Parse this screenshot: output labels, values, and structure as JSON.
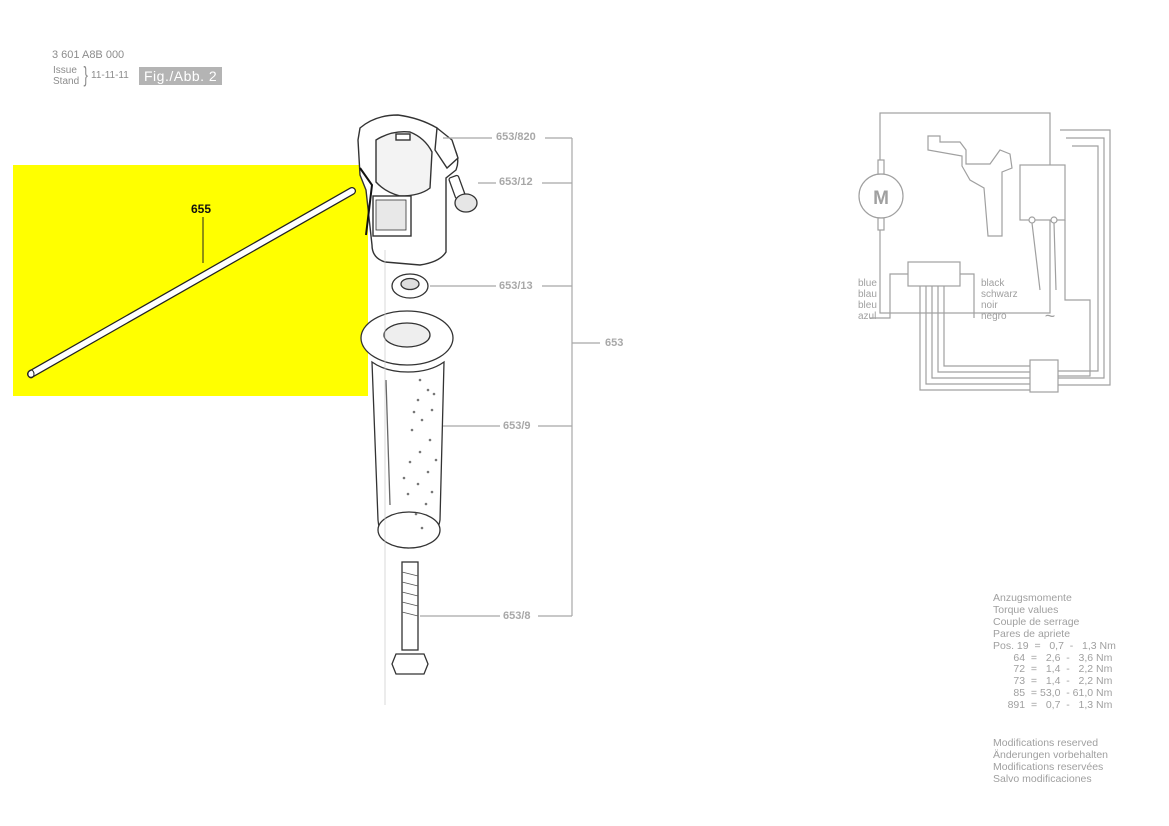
{
  "header": {
    "part_number": "3 601 A8B 000",
    "issue_label": "Issue",
    "stand_label": "Stand",
    "date": "11-11-11",
    "figure_label": "Fig./Abb. 2"
  },
  "parts": {
    "rod": "655",
    "housing": "653/820",
    "screw": "653/12",
    "nut": "653/13",
    "assembly": "653",
    "grip": "653/9",
    "bolt": "653/8"
  },
  "motor_symbol": "M",
  "wiring": {
    "left_labels": [
      "blue",
      "blau",
      "bleu",
      "azul"
    ],
    "right_labels": [
      "black",
      "schwarz",
      "noir",
      "negro"
    ],
    "ac_symbol": "~"
  },
  "torque": {
    "titles": [
      "Anzugsmomente",
      "Torque values",
      "Couple de serrage",
      "Pares de apriete"
    ],
    "rows": [
      "Pos. 19  =   0,7  -   1,3 Nm",
      "       64  =   2,6  -   3,6 Nm",
      "       72  =   1,4  -   2,2 Nm",
      "       73  =   1,4  -   2,2 Nm",
      "       85  = 53,0  - 61,0 Nm",
      "     891  =   0,7  -   1,3 Nm"
    ]
  },
  "modifications": [
    "Modifications reserved",
    "Änderungen vorbehalten",
    "Modifications reservées",
    "Salvo modificaciones"
  ],
  "colors": {
    "highlight": "#ffff00",
    "line": "#a8a8a8"
  }
}
